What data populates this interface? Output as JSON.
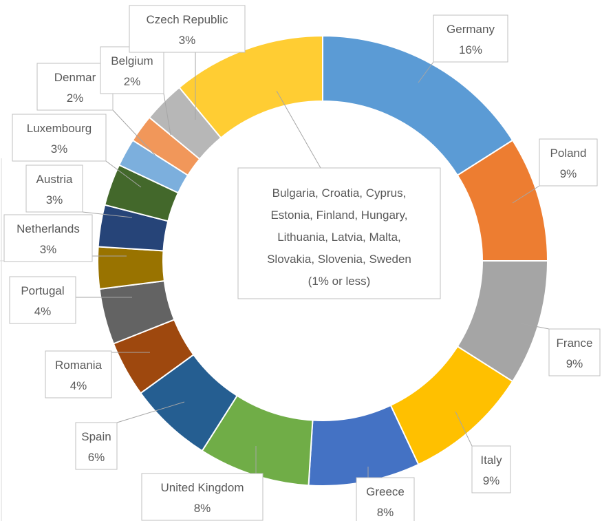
{
  "chart_data": {
    "type": "pie",
    "variant": "donut",
    "title": "",
    "slices": [
      {
        "name": "Germany",
        "value": 16,
        "label": "16%",
        "color": "#5b9bd5"
      },
      {
        "name": "Poland",
        "value": 9,
        "label": "9%",
        "color": "#ed7d31"
      },
      {
        "name": "France",
        "value": 9,
        "label": "9%",
        "color": "#a5a5a5"
      },
      {
        "name": "Italy",
        "value": 9,
        "label": "9%",
        "color": "#ffc000"
      },
      {
        "name": "Greece",
        "value": 8,
        "label": "8%",
        "color": "#4472c4"
      },
      {
        "name": "United Kingdom",
        "value": 8,
        "label": "8%",
        "color": "#70ad47"
      },
      {
        "name": "Spain",
        "value": 6,
        "label": "6%",
        "color": "#255e91"
      },
      {
        "name": "Romania",
        "value": 4,
        "label": "4%",
        "color": "#9e480e"
      },
      {
        "name": "Portugal",
        "value": 4,
        "label": "4%",
        "color": "#636363"
      },
      {
        "name": "Netherlands",
        "value": 3,
        "label": "3%",
        "color": "#997300"
      },
      {
        "name": "Austria",
        "value": 3,
        "label": "3%",
        "color": "#264478"
      },
      {
        "name": "Luxembourg",
        "value": 3,
        "label": "3%",
        "color": "#43682b"
      },
      {
        "name": "Denmark",
        "value": 2,
        "label": "2%",
        "color": "#7cafdd"
      },
      {
        "name": "Belgium",
        "value": 2,
        "label": "2%",
        "color": "#f1975a"
      },
      {
        "name": "Czech Republic",
        "value": 3,
        "label": "3%",
        "color": "#b7b7b7"
      },
      {
        "name": "Bulgaria, Croatia, Cyprus, Estonia, Finland, Hungary, Lithuania, Latvia, Malta, Slovakia, Slovenia, Sweden",
        "value": 11,
        "label": "(1% or less)",
        "color": "#ffcd33"
      }
    ],
    "center_note": [
      "Bulgaria, Croatia, Cyprus,",
      "Estonia, Finland, Hungary,",
      "Lithuania, Latvia, Malta,",
      "Slovakia, Slovenia, Sweden",
      "(1% or less)"
    ],
    "label_text": {
      "Germany": [
        "Germany",
        "16%"
      ],
      "Poland": [
        "Poland",
        "9%"
      ],
      "France": [
        "France",
        "9%"
      ],
      "Italy": [
        "Italy",
        "9%"
      ],
      "Greece": [
        "Greece",
        "8%"
      ],
      "United Kingdom": [
        "United Kingdom",
        "8%"
      ],
      "Spain": [
        "Spain",
        "6%"
      ],
      "Romania": [
        "Romania",
        "4%"
      ],
      "Portugal": [
        "Portugal",
        "4%"
      ],
      "Netherlands": [
        "Netherlands",
        "3%"
      ],
      "Austria": [
        "Austria",
        "3%"
      ],
      "Luxembourg": [
        "Luxembourg",
        "3%"
      ],
      "Denmark": [
        "Denmar",
        "2%"
      ],
      "Belgium": [
        "Belgium",
        "2%"
      ],
      "Czech Republic": [
        "Czech Republic",
        "3%"
      ]
    },
    "legend": "none"
  }
}
